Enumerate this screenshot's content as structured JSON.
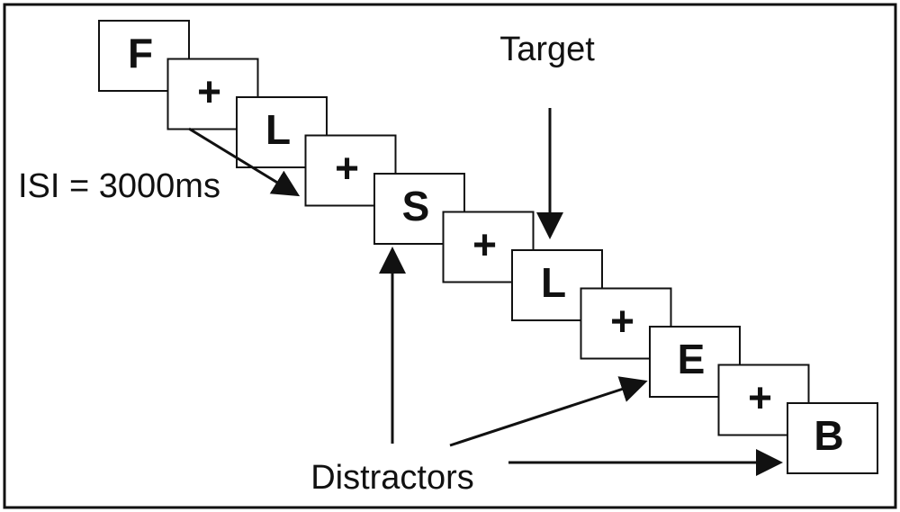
{
  "diagram": {
    "frames": [
      {
        "symbol": "F",
        "kind": "letter"
      },
      {
        "symbol": "+",
        "kind": "fixation"
      },
      {
        "symbol": "L",
        "kind": "letter"
      },
      {
        "symbol": "+",
        "kind": "fixation"
      },
      {
        "symbol": "S",
        "kind": "letter"
      },
      {
        "symbol": "+",
        "kind": "fixation"
      },
      {
        "symbol": "L",
        "kind": "letter"
      },
      {
        "symbol": "+",
        "kind": "fixation"
      },
      {
        "symbol": "E",
        "kind": "letter"
      },
      {
        "symbol": "+",
        "kind": "fixation"
      },
      {
        "symbol": "B",
        "kind": "letter"
      }
    ],
    "labels": {
      "target": "Target",
      "isi": "ISI = 3000ms",
      "distractors": "Distractors"
    }
  }
}
